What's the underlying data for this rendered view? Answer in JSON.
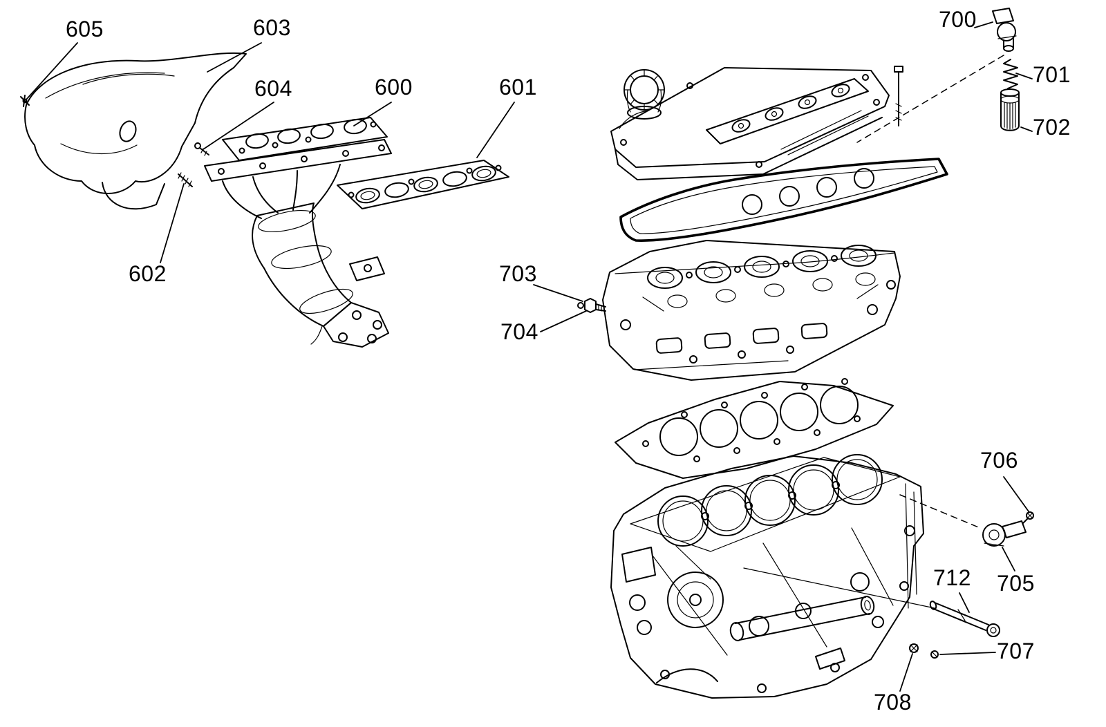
{
  "figure": {
    "colors": {
      "ink": "#000000",
      "background": "#ffffff"
    },
    "callouts": {
      "c600": {
        "label": "600"
      },
      "c601": {
        "label": "601"
      },
      "c602": {
        "label": "602"
      },
      "c603": {
        "label": "603"
      },
      "c604": {
        "label": "604"
      },
      "c605": {
        "label": "605"
      },
      "c700": {
        "label": "700"
      },
      "c701": {
        "label": "701"
      },
      "c702": {
        "label": "702"
      },
      "c703": {
        "label": "703"
      },
      "c704": {
        "label": "704"
      },
      "c705": {
        "label": "705"
      },
      "c706": {
        "label": "706"
      },
      "c707": {
        "label": "707"
      },
      "c708": {
        "label": "708"
      },
      "c712": {
        "label": "712"
      }
    }
  }
}
